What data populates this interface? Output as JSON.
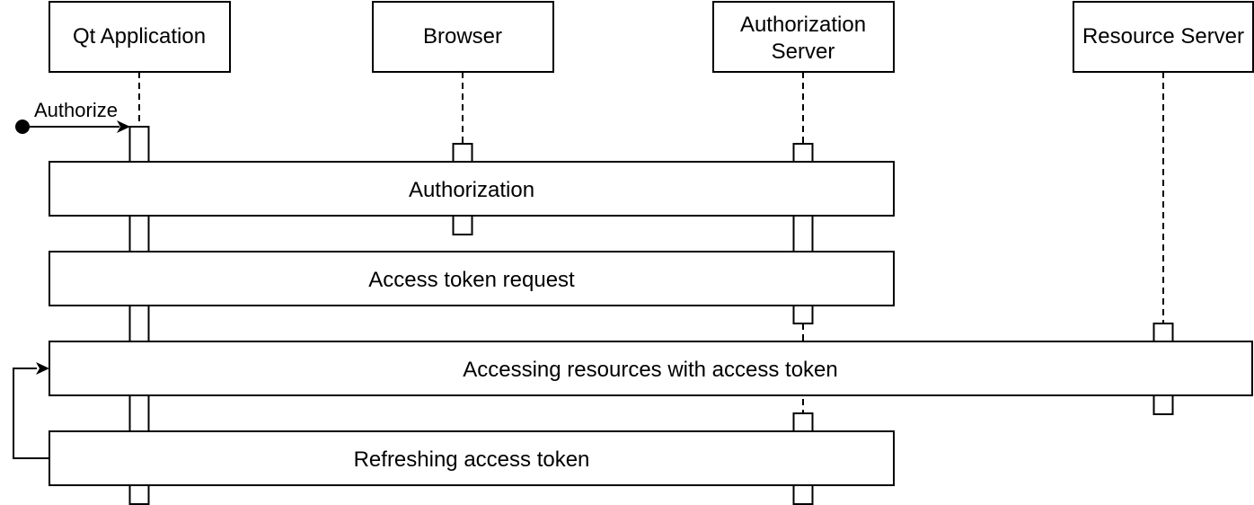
{
  "diagram": {
    "type": "uml-sequence-diagram",
    "colors": {
      "stroke": "#000000",
      "fill": "#ffffff",
      "background": "#ffffff"
    },
    "actors": [
      {
        "id": "qt-application",
        "lines": [
          "Qt Application"
        ]
      },
      {
        "id": "browser",
        "lines": [
          "Browser"
        ]
      },
      {
        "id": "authorization-server",
        "lines": [
          "Authorization",
          "Server"
        ]
      },
      {
        "id": "resource-server",
        "lines": [
          "Resource Server"
        ]
      }
    ],
    "start_message": {
      "label": "Authorize",
      "to": "qt-application"
    },
    "phases": [
      {
        "label": "Authorization",
        "participants": [
          "qt-application",
          "browser",
          "authorization-server"
        ]
      },
      {
        "label": "Access token request",
        "participants": [
          "qt-application",
          "authorization-server"
        ]
      },
      {
        "label": "Accessing resources with access token",
        "participants": [
          "qt-application",
          "resource-server"
        ]
      },
      {
        "label": "Refreshing access token",
        "participants": [
          "qt-application",
          "authorization-server"
        ]
      }
    ],
    "self_loop": {
      "from": "Refreshing access token",
      "to": "Accessing resources with access token"
    }
  }
}
